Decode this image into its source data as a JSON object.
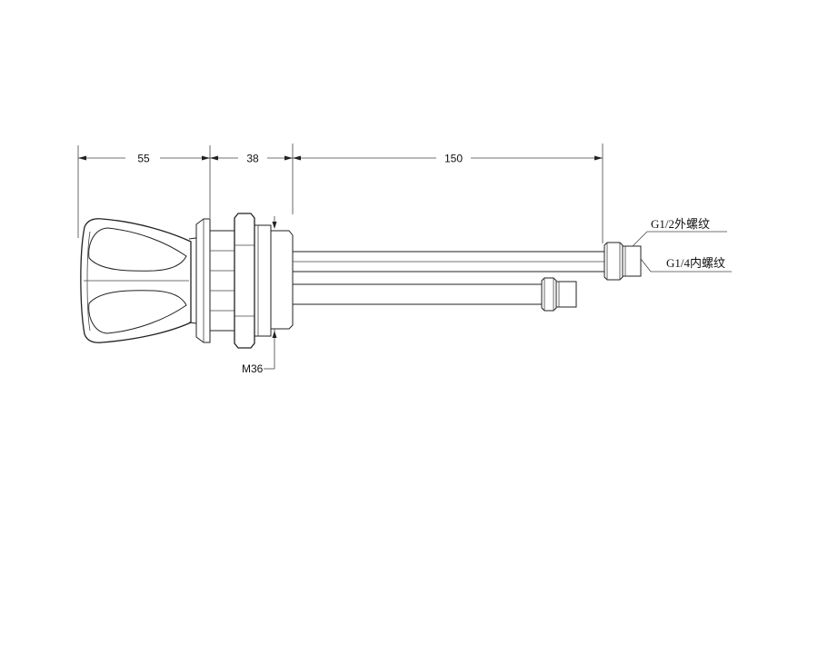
{
  "dimensions": {
    "handle_length": "55",
    "body_length": "38",
    "pipe_length": "150",
    "thread_size": "M36"
  },
  "callouts": {
    "outer_thread": "G1/2外螺纹",
    "inner_thread": "G1/4内螺纹"
  },
  "colors": {
    "line": "#222222",
    "background": "#ffffff"
  }
}
